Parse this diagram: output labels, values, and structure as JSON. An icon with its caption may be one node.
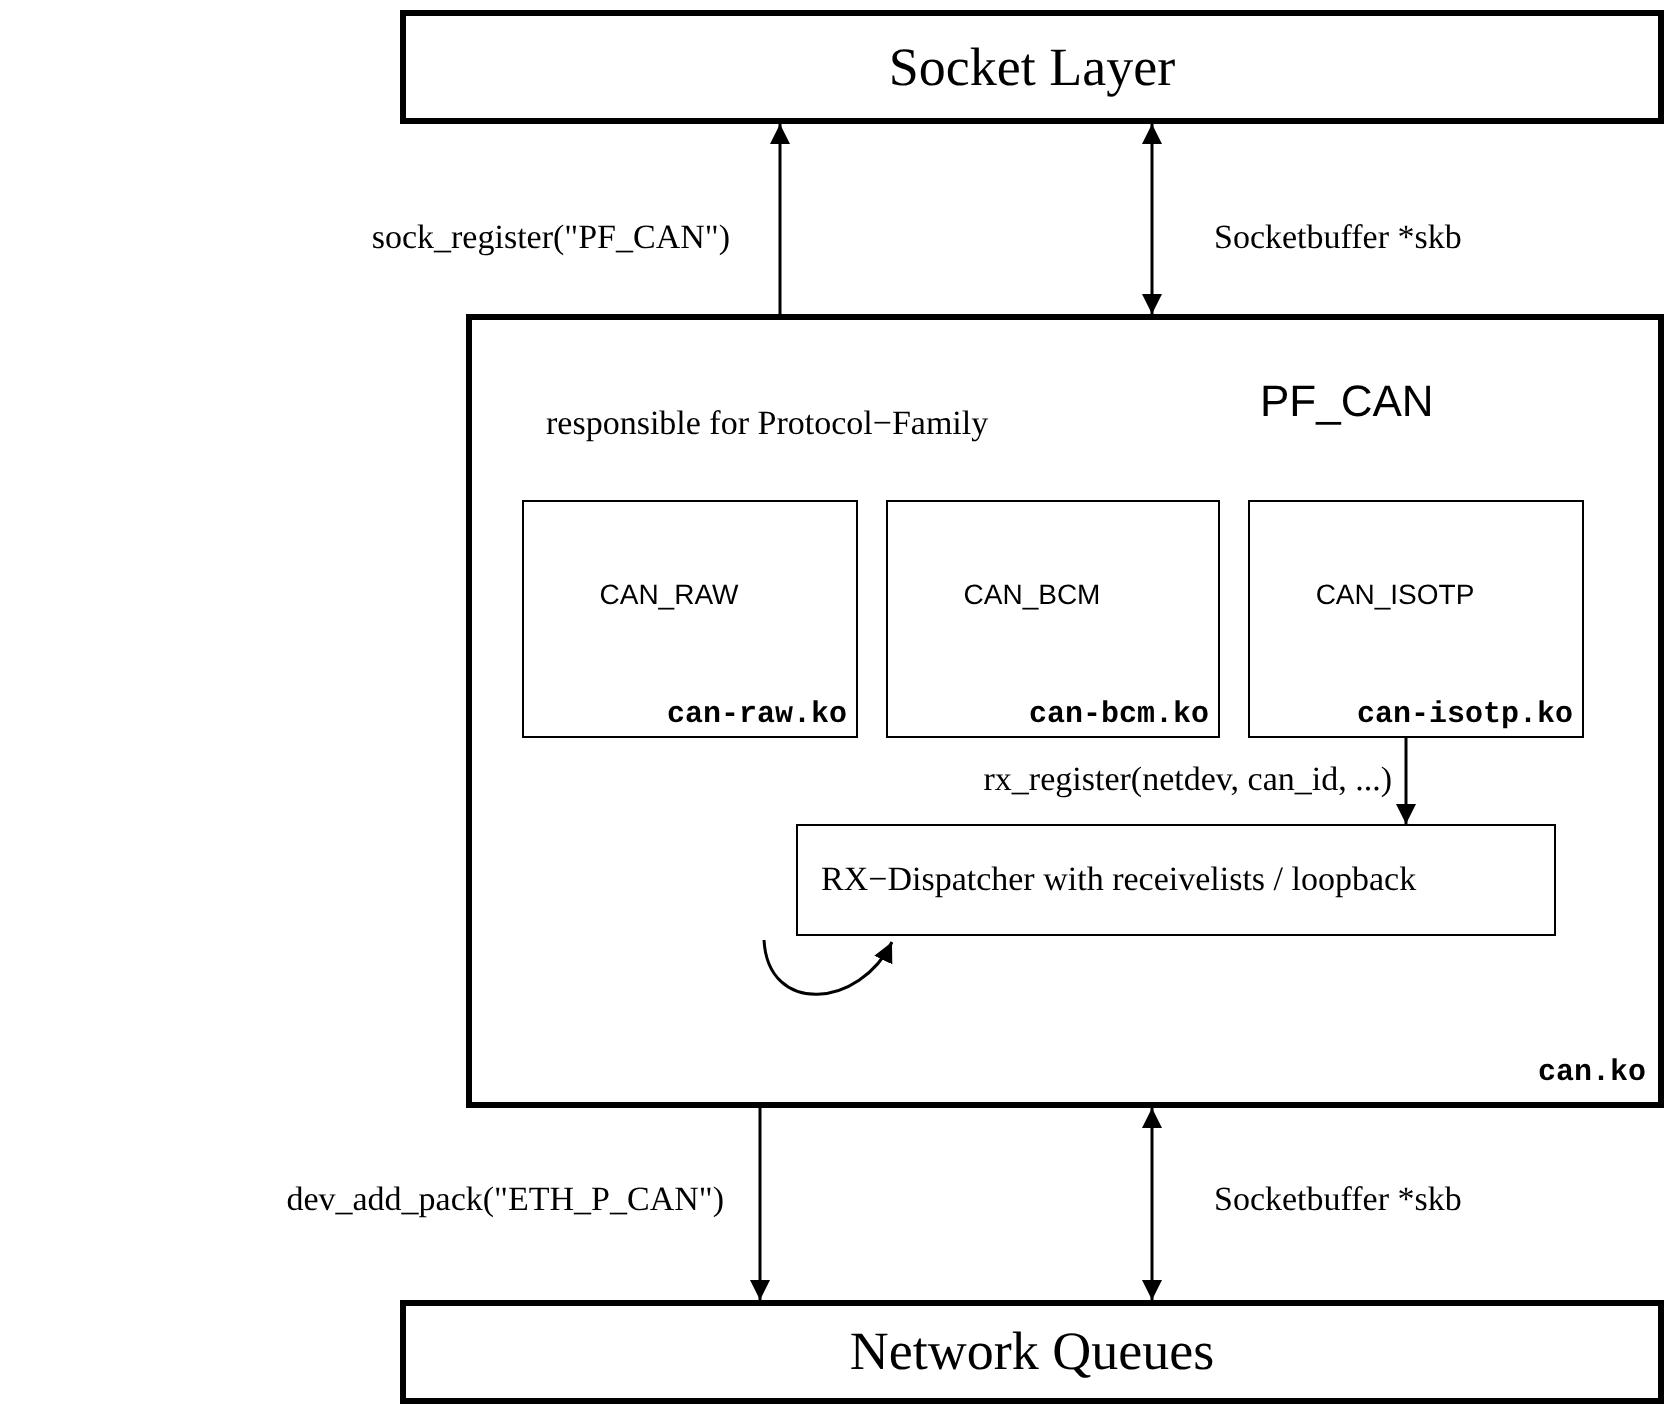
{
  "diagram": {
    "nodes": [
      {
        "text": [
          "Socket Layer"
        ]
      },
      {
        "text": [
          "responsible for Protocol−Family",
          "PF_CAN",
          "can.ko"
        ]
      },
      {
        "text": [
          "CAN_RAW",
          "can-raw.ko"
        ],
        "in": 1
      },
      {
        "text": [
          "CAN_BCM",
          "can-bcm.ko"
        ],
        "in": 1
      },
      {
        "text": [
          "CAN_ISOTP",
          "can-isotp.ko"
        ],
        "in": 1
      },
      {
        "text": [
          "RX−Dispatcher with receivelists / loopback"
        ],
        "in": 1
      },
      {
        "text": [
          "Network Queues"
        ]
      }
    ],
    "edges": [
      {
        "from": 1,
        "to": 0,
        "arrow": "to",
        "label": "sock_register(\"PF_CAN\")"
      },
      {
        "from": 0,
        "to": 1,
        "arrow": "both",
        "label": "Socketbuffer *skb"
      },
      {
        "from": 4,
        "to": 5,
        "arrow": "to",
        "label": "rx_register(netdev, can_id, ...)"
      },
      {
        "from": 5,
        "to": 5,
        "arrow": "to"
      },
      {
        "from": 1,
        "to": 6,
        "arrow": "to",
        "label": "dev_add_pack(\"ETH_P_CAN\")"
      },
      {
        "from": 1,
        "to": 6,
        "arrow": "both",
        "label": "Socketbuffer *skb"
      }
    ]
  }
}
